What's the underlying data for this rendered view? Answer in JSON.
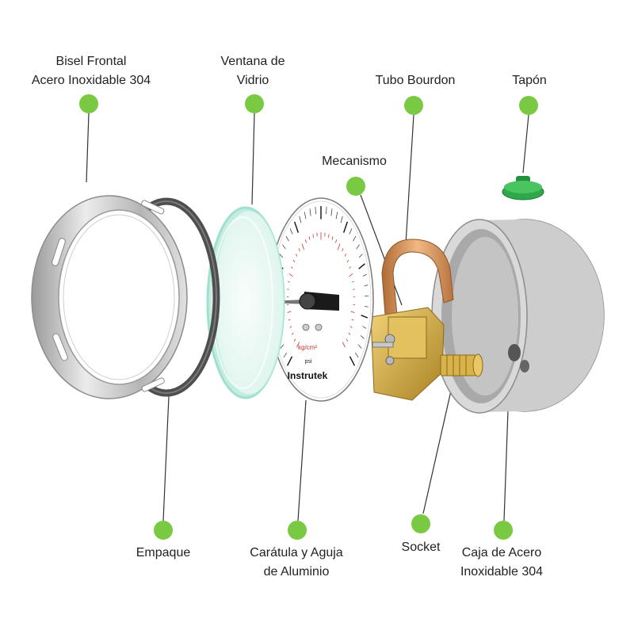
{
  "colors": {
    "dot": "#7ac943",
    "leader": "#333333",
    "steel_light": "#e4e4e4",
    "steel_mid": "#b9b9b9",
    "steel_dark": "#8c8c8c",
    "gasket": "#5a5a5a",
    "glass_edge": "#9fe0cf",
    "brass": "#d8b04a",
    "copper": "#c98a4f",
    "red_scale": "#d0342c",
    "plug_green": "#2ea84a"
  },
  "dial": {
    "unit_primary": "kg/cm²",
    "unit_secondary": "psi",
    "brand": "Instrutek"
  },
  "parts": [
    {
      "id": "bisel",
      "lines": [
        "Bisel Frontal",
        "Acero Inoxidable 304"
      ]
    },
    {
      "id": "ventana",
      "lines": [
        "Ventana de",
        "Vidrio"
      ]
    },
    {
      "id": "tubo",
      "lines": [
        "Tubo Bourdon"
      ]
    },
    {
      "id": "tapon",
      "lines": [
        "Tapón"
      ]
    },
    {
      "id": "mecanismo",
      "lines": [
        "Mecanismo"
      ]
    },
    {
      "id": "empaque",
      "lines": [
        "Empaque"
      ]
    },
    {
      "id": "caratula",
      "lines": [
        "Carátula y Aguja",
        "de Aluminio"
      ]
    },
    {
      "id": "socket",
      "lines": [
        "Socket"
      ]
    },
    {
      "id": "caja",
      "lines": [
        "Caja de Acero",
        "Inoxidable 304"
      ]
    }
  ]
}
